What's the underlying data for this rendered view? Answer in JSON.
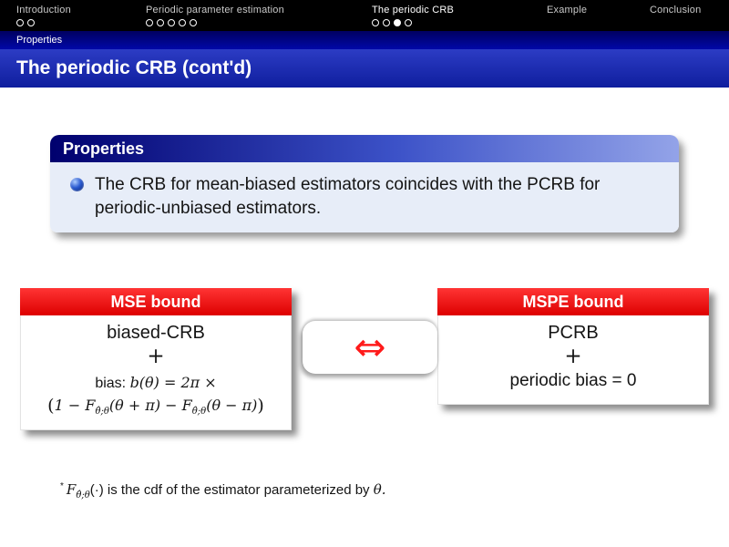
{
  "theme": {
    "nav_bg": "#000000",
    "subsection_bg": "#0008a8",
    "title_bg": "#1b2bb5",
    "block_header_blue": "#3c52c8",
    "block_body_bg": "#e7edf8",
    "alert_red": "#dd0000",
    "arrow_red": "#ff1a1a"
  },
  "nav": {
    "sections": [
      {
        "label": "Introduction",
        "dot_count": 2,
        "filled_dot": -1,
        "current": false
      },
      {
        "label": "Periodic parameter estimation",
        "dot_count": 5,
        "filled_dot": -1,
        "current": false
      },
      {
        "label": "The periodic CRB",
        "dot_count": 4,
        "filled_dot": 2,
        "current": true
      },
      {
        "label": "Example",
        "dot_count": 0,
        "filled_dot": -1,
        "current": false
      },
      {
        "label": "Conclusion",
        "dot_count": 0,
        "filled_dot": -1,
        "current": false
      }
    ],
    "subsection": "Properties"
  },
  "title_bar": {
    "title": "The periodic CRB (cont'd)"
  },
  "properties_block": {
    "header": "Properties",
    "bullet_text": "The CRB for mean-biased estimators coincides with the PCRB for periodic-unbiased estimators."
  },
  "mse_box": {
    "header": "MSE bound",
    "line1": "biased-CRB",
    "plus": "+",
    "bias_label": "bias: ",
    "bias_math": "b(θ) = 2π ×",
    "formula": {
      "lparen": "(",
      "pre": "1 − ",
      "F1": "F",
      "F1_sub": "θ̂;θ",
      "mid": "(θ + π) − ",
      "F2": "F",
      "F2_sub": "θ̂;θ",
      "post": "(θ − π)",
      "rparen": ")"
    }
  },
  "arrow": {
    "symbol": "⇔"
  },
  "mspe_box": {
    "header": "MSPE bound",
    "line1": "PCRB",
    "plus": "+",
    "line2": "periodic bias = 0"
  },
  "footnote": {
    "marker": "*",
    "F": "F",
    "F_sub": "θ̂;θ",
    "text": "(·) is the cdf of the estimator parameterized by ",
    "theta": "θ."
  }
}
